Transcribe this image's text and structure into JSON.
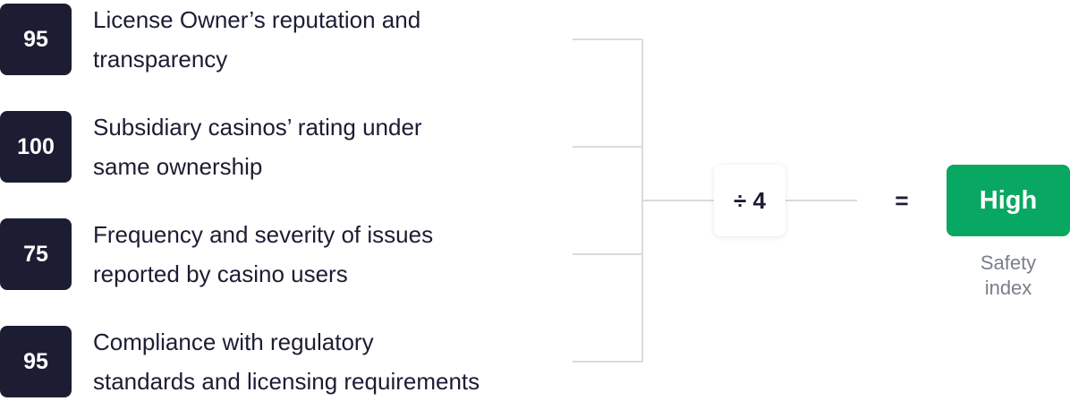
{
  "criteria": [
    {
      "score": "95",
      "label_line1": "License Owner’s reputation and",
      "label_line2": "transparency"
    },
    {
      "score": "100",
      "label_line1": "Subsidiary casinos’ rating under",
      "label_line2": "same ownership"
    },
    {
      "score": "75",
      "label_line1": "Frequency and severity of issues",
      "label_line2": "reported by casino users"
    },
    {
      "score": "95",
      "label_line1": "Compliance with regulatory",
      "label_line2": "standards and licensing requirements"
    }
  ],
  "operation": {
    "divisor_label": "÷ 4",
    "equals_label": "="
  },
  "result": {
    "value": "High",
    "caption_line1": "Safety",
    "caption_line2": "index"
  },
  "colors": {
    "score_bg": "#1c1d33",
    "result_bg": "#09a862",
    "connector": "#d9dbe0",
    "caption": "#7a7e8d"
  }
}
